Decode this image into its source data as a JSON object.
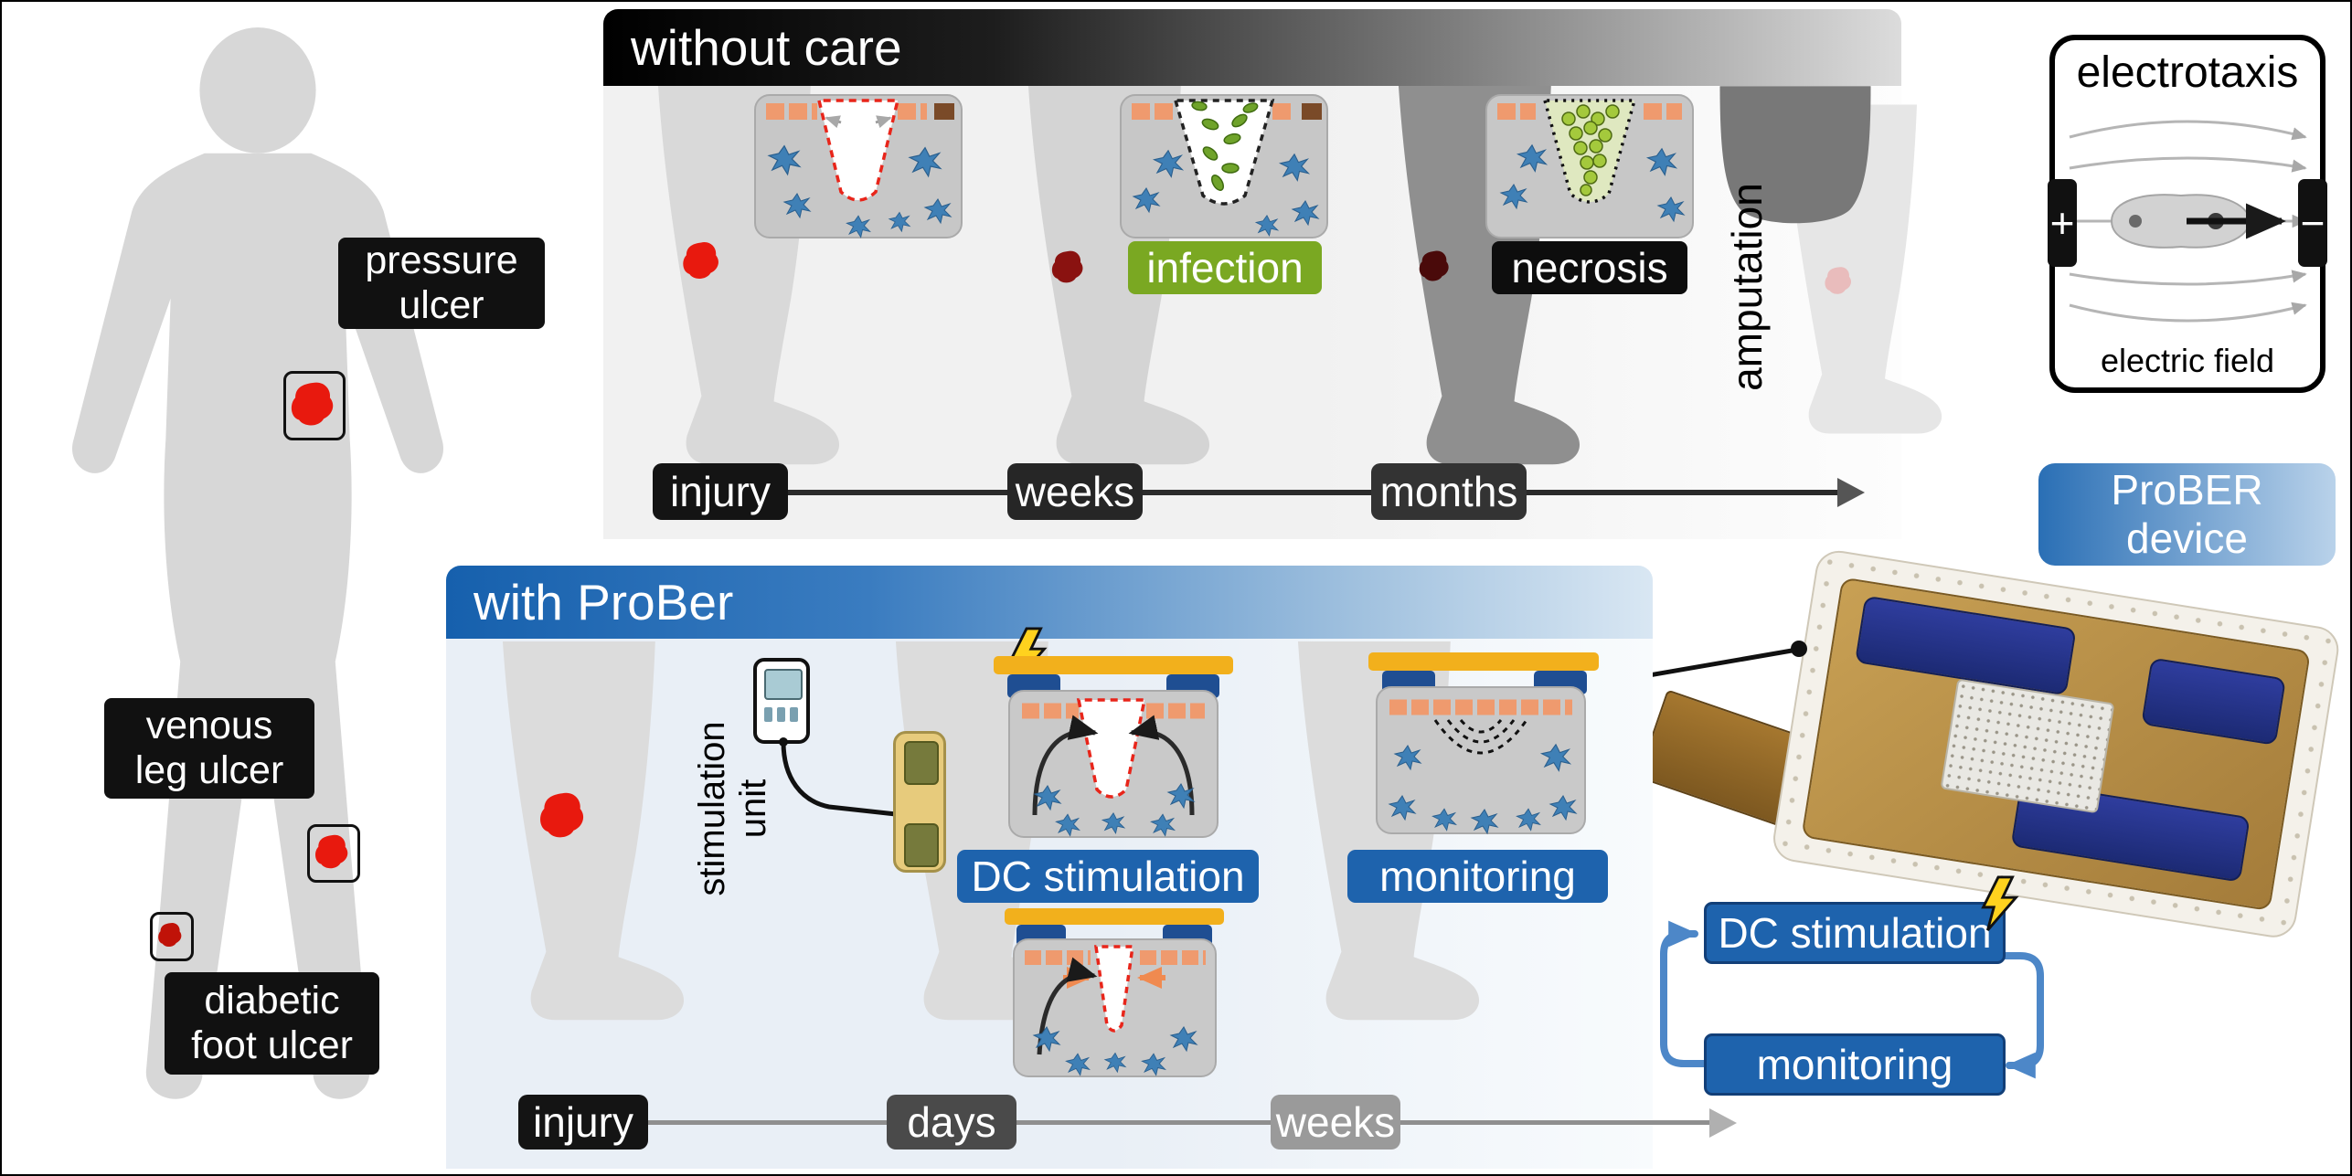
{
  "body_map": {
    "labels": [
      {
        "text": "pressure\nulcer"
      },
      {
        "text": "venous\nleg ulcer"
      },
      {
        "text": "diabetic\nfoot ulcer"
      }
    ]
  },
  "without_care": {
    "title": "without care",
    "infection": "infection",
    "necrosis": "necrosis",
    "amputation": "amputation",
    "timeline": [
      "injury",
      "weeks",
      "months"
    ]
  },
  "electrotaxis": {
    "title": "electrotaxis",
    "plus": "+",
    "minus": "−",
    "caption": "electric field"
  },
  "device": {
    "label": "ProBER\ndevice"
  },
  "with_prober": {
    "title": "with ProBer",
    "stimulation_unit": "stimulation\nunit",
    "dc_stimulation": "DC stimulation",
    "monitoring": "monitoring",
    "timeline": [
      "injury",
      "days",
      "weeks"
    ]
  },
  "cycle": {
    "dc_stimulation": "DC stimulation",
    "monitoring": "monitoring"
  },
  "colors": {
    "accent_blue": "#1e63ad",
    "infection_green": "#7aa822",
    "device_yellow": "#f2b01c",
    "label_black": "#111111",
    "wound_red": "#e8190e"
  }
}
